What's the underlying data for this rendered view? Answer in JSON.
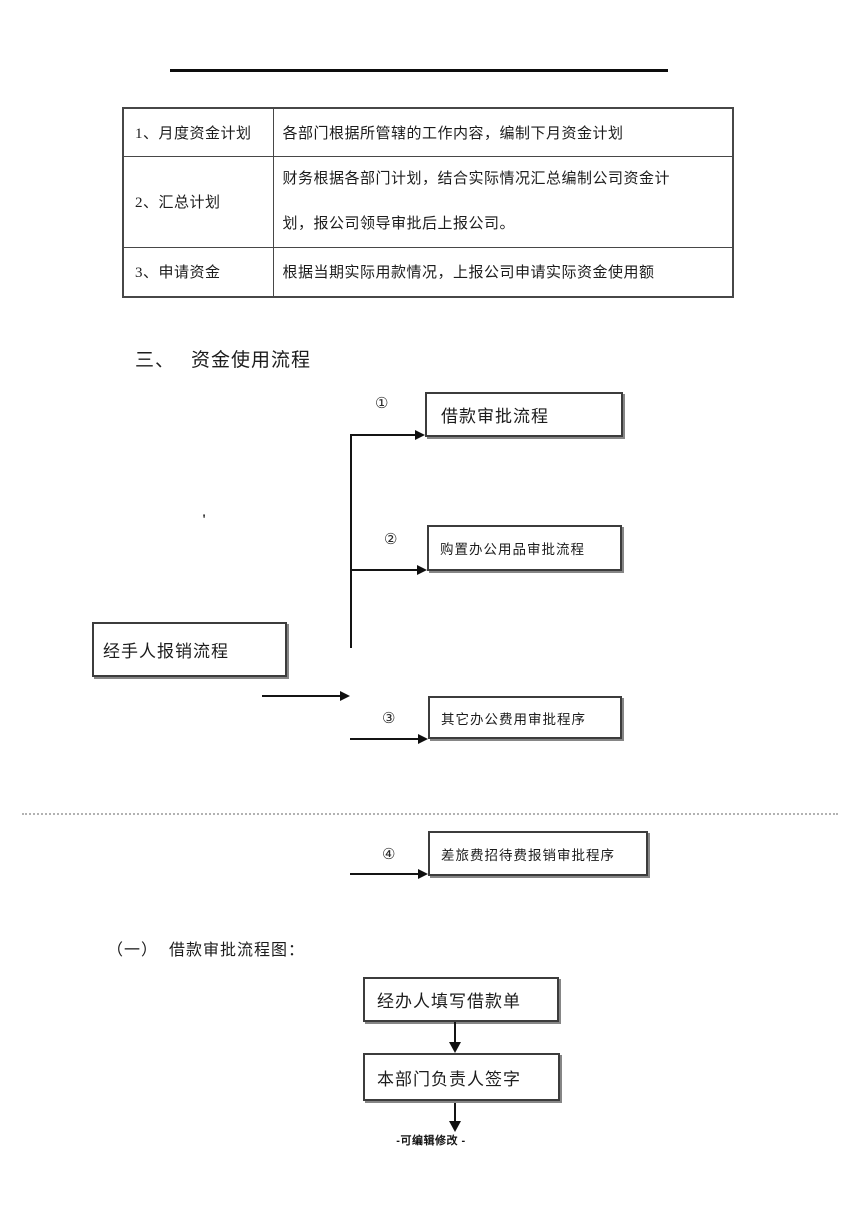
{
  "plan_table": {
    "rows": [
      {
        "label": "1、月度资金计划",
        "lines": [
          "各部门根据所管辖的工作内容，编制下月资金计划"
        ]
      },
      {
        "label": "2、汇总计划",
        "lines": [
          "财务根据各部门计划，结合实际情况汇总编制公司资金计",
          "划，报公司领导审批后上报公司。"
        ]
      },
      {
        "label": "3、申请资金",
        "lines": [
          "根据当期实际用款情况，上报公司申请实际资金使用额"
        ]
      }
    ]
  },
  "section_funds_flow": {
    "number": "三、",
    "title": "资金使用流程",
    "stray_mark": "'",
    "source_box_label": "经手人报销流程",
    "branches": [
      {
        "num": "①",
        "label": "借款审批流程"
      },
      {
        "num": "②",
        "label": "购置办公用品审批流程"
      },
      {
        "num": "③",
        "label": "其它办公费用审批程序"
      },
      {
        "num": "④",
        "label": "差旅费招待费报销审批程序"
      }
    ]
  },
  "section_loan_flow": {
    "number": "（一）",
    "title": "借款审批流程图：",
    "steps": [
      {
        "label": "经办人填写借款单"
      },
      {
        "label": "本部门负责人签字"
      }
    ]
  },
  "footer": {
    "text": "-可编辑修改 -"
  },
  "colors": {
    "ink": "#1c1c1c",
    "box_border": "#3c3c3c",
    "page_break_dots": "#b2b2b2",
    "background": "#ffffff"
  }
}
